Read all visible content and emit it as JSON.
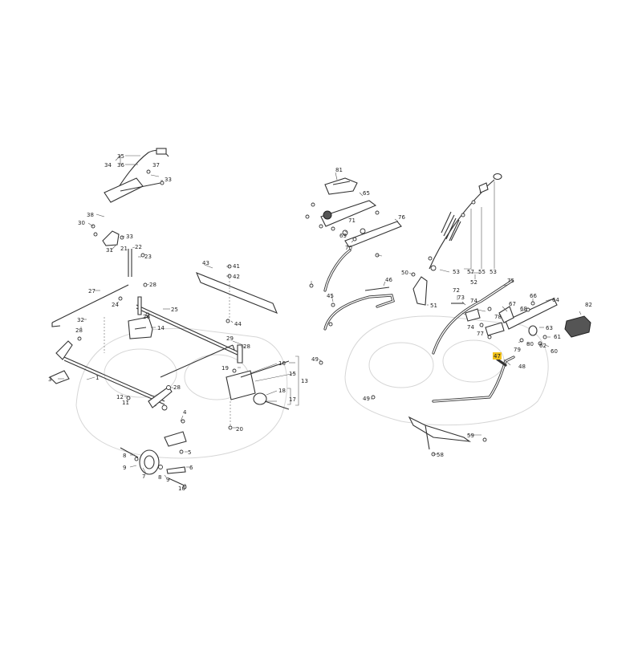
{
  "diagram": {
    "highlight_color": "#f2c21a",
    "labels": {
      "p1": "1",
      "p3": "3",
      "p4": "4",
      "p5": "5",
      "p6": "6",
      "p7": "7",
      "p8a": "8",
      "p8b": "8",
      "p9a": "9",
      "p9b": "9",
      "p10": "10",
      "p11": "11",
      "p12": "12",
      "p13": "13",
      "p14": "14",
      "p15": "15",
      "p16": "16",
      "p17": "17",
      "p18": "18",
      "p19": "19",
      "p20": "20",
      "p21": "21",
      "p22": "22",
      "p23": "23",
      "p24": "24",
      "p25": "25",
      "p26": "26",
      "p27": "27",
      "p28a": "28",
      "p28b": "28",
      "p28c": "28",
      "p28d": "28",
      "p29": "29",
      "p30": "30",
      "p31": "31",
      "p32": "32",
      "p33a": "33",
      "p33b": "33",
      "p34": "34",
      "p35": "35",
      "p36": "36",
      "p37": "37",
      "p38": "38",
      "p41": "41",
      "p42": "42",
      "p43": "43",
      "p44": "44",
      "p45": "45",
      "p46": "46",
      "p47": "47",
      "p48": "48",
      "p49a": "49",
      "p49b": "49",
      "p50": "50",
      "p51": "51",
      "p52": "52",
      "p53a": "53",
      "p53b": "53",
      "p55": "55",
      "p57": "57",
      "p58": "58",
      "p59": "59",
      "p60": "60",
      "p61": "61",
      "p62": "62",
      "p63": "63",
      "p64": "64",
      "p65": "65",
      "p66": "66",
      "p67": "67",
      "p68": "68",
      "p69": "69",
      "p70": "70",
      "p71": "71",
      "p72": "72",
      "p73": "73",
      "p74a": "74",
      "p74b": "74",
      "p75": "75",
      "p76": "76",
      "p77": "77",
      "p78": "78",
      "p79": "79",
      "p80": "80",
      "p81": "81",
      "p82": "82"
    }
  }
}
